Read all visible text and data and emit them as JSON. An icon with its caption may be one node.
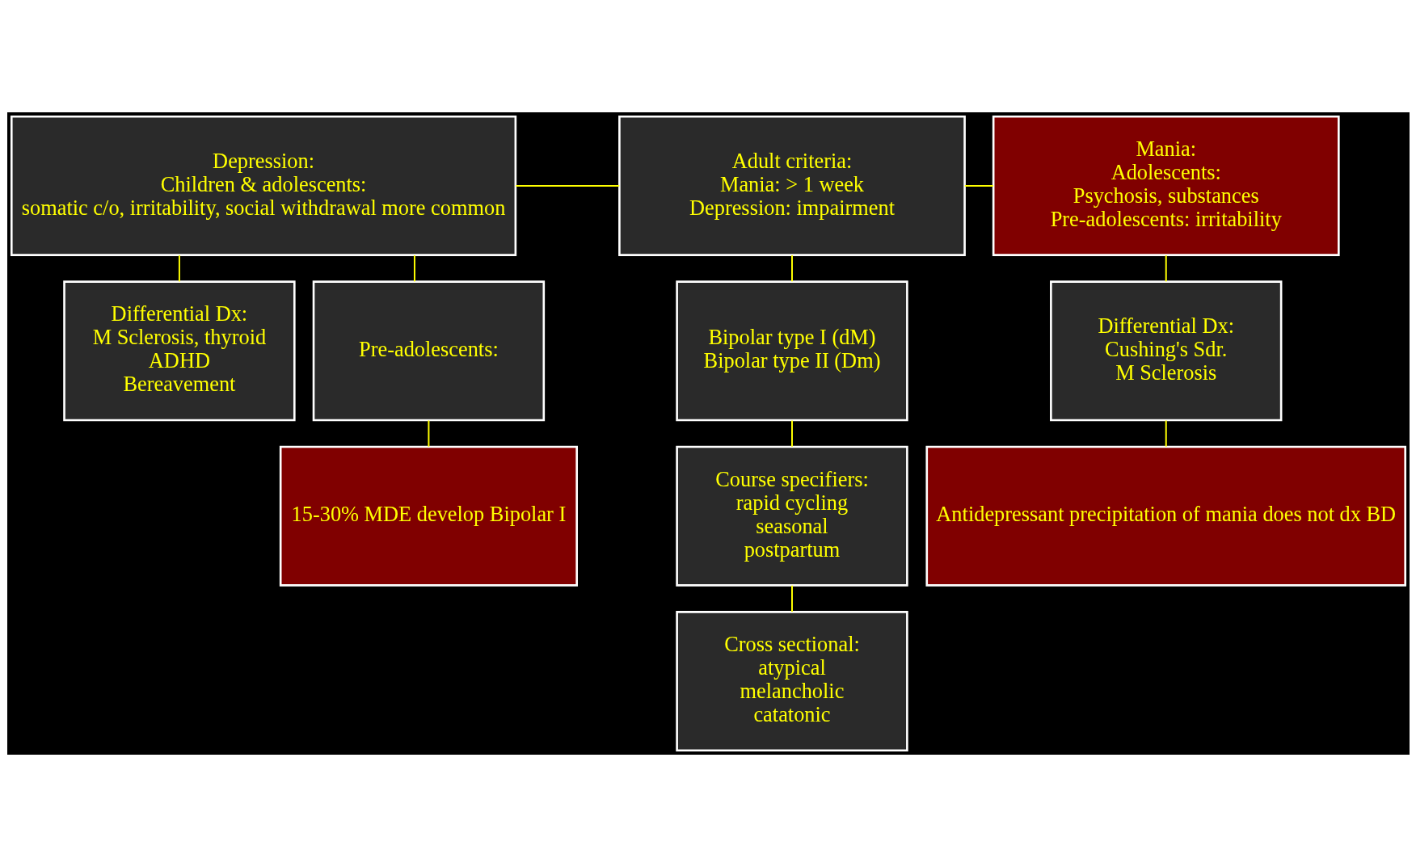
{
  "diagram": {
    "nodes": [
      {
        "text": [
          "Depression:",
          "Children & adolescents:",
          "somatic c/o, irritability, social withdrawal more common"
        ]
      },
      {
        "text": [
          "Adult criteria:",
          "Mania: > 1 week",
          "Depression: impairment"
        ]
      },
      {
        "text": [
          "Mania:",
          "Adolescents:",
          "Psychosis, substances",
          "Pre-adolescents: irritability"
        ]
      },
      {
        "text": [
          "Differential Dx:",
          "M Sclerosis, thyroid",
          "ADHD",
          "Bereavement"
        ]
      },
      {
        "text": [
          "Pre-adolescents:"
        ]
      },
      {
        "text": [
          "15-30% MDE develop Bipolar I"
        ]
      },
      {
        "text": [
          "Bipolar type I (dM)",
          "Bipolar type II (Dm)"
        ]
      },
      {
        "text": [
          "Course specifiers:",
          "rapid cycling",
          "seasonal",
          "postpartum"
        ]
      },
      {
        "text": [
          "Cross sectional:",
          "atypical",
          "melancholic",
          "catatonic"
        ]
      },
      {
        "text": [
          "Differential Dx:",
          "Cushing's Sdr.",
          "M Sclerosis"
        ]
      },
      {
        "text": [
          "Antidepressant precipitation of mania does not dx BD"
        ]
      }
    ],
    "edges": [
      {
        "from": 1,
        "to": 0,
        "arrow": "none"
      },
      {
        "from": 1,
        "to": 2,
        "arrow": "none"
      },
      {
        "from": 0,
        "to": 3,
        "arrow": "none"
      },
      {
        "from": 0,
        "to": 4,
        "arrow": "none"
      },
      {
        "from": 4,
        "to": 5,
        "arrow": "none"
      },
      {
        "from": 1,
        "to": 6,
        "arrow": "none"
      },
      {
        "from": 6,
        "to": 7,
        "arrow": "none"
      },
      {
        "from": 7,
        "to": 8,
        "arrow": "none"
      },
      {
        "from": 2,
        "to": 9,
        "arrow": "none"
      },
      {
        "from": 9,
        "to": 10,
        "arrow": "none"
      }
    ]
  }
}
